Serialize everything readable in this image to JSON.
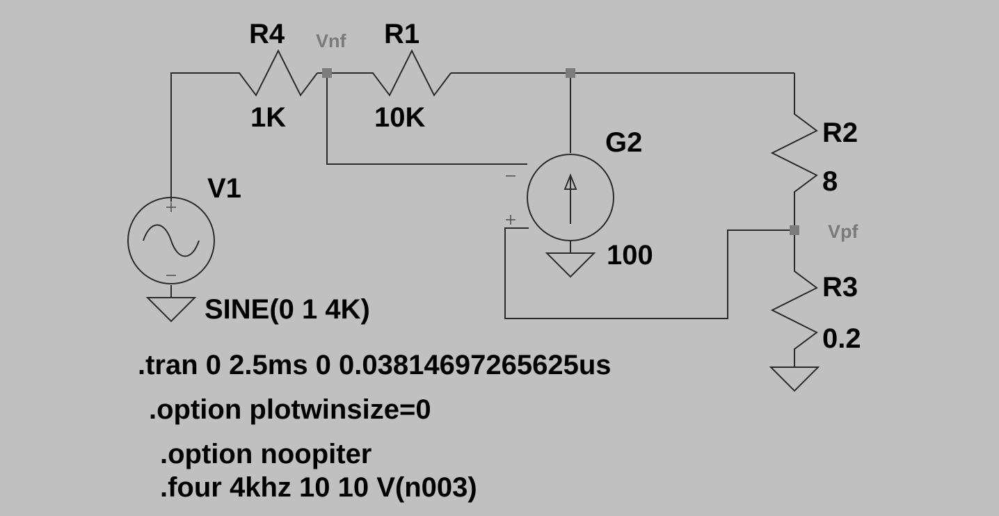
{
  "colors": {
    "background": "#c0c0c0",
    "wire": "#2a2a2a",
    "junction": "#7c7c7c",
    "net_label": "#7a7a7a",
    "text": "#000000"
  },
  "components": {
    "R4": {
      "ref": "R4",
      "value": "1K"
    },
    "R1": {
      "ref": "R1",
      "value": "10K"
    },
    "R2": {
      "ref": "R2",
      "value": "8"
    },
    "R3": {
      "ref": "R3",
      "value": "0.2"
    },
    "V1": {
      "ref": "V1",
      "value": "SINE(0 1 4K)",
      "icon": "sine-source-icon"
    },
    "G2": {
      "ref": "G2",
      "value": "100",
      "icon": "current-source-arrow-icon"
    }
  },
  "nets": {
    "vnf": "Vnf",
    "vpf": "Vpf"
  },
  "directives": [
    ".tran 0 2.5ms 0 0.03814697265625us",
    ".option plotwinsize=0",
    ".option noopiter",
    ".four 4khz 10 10 V(n003)"
  ]
}
